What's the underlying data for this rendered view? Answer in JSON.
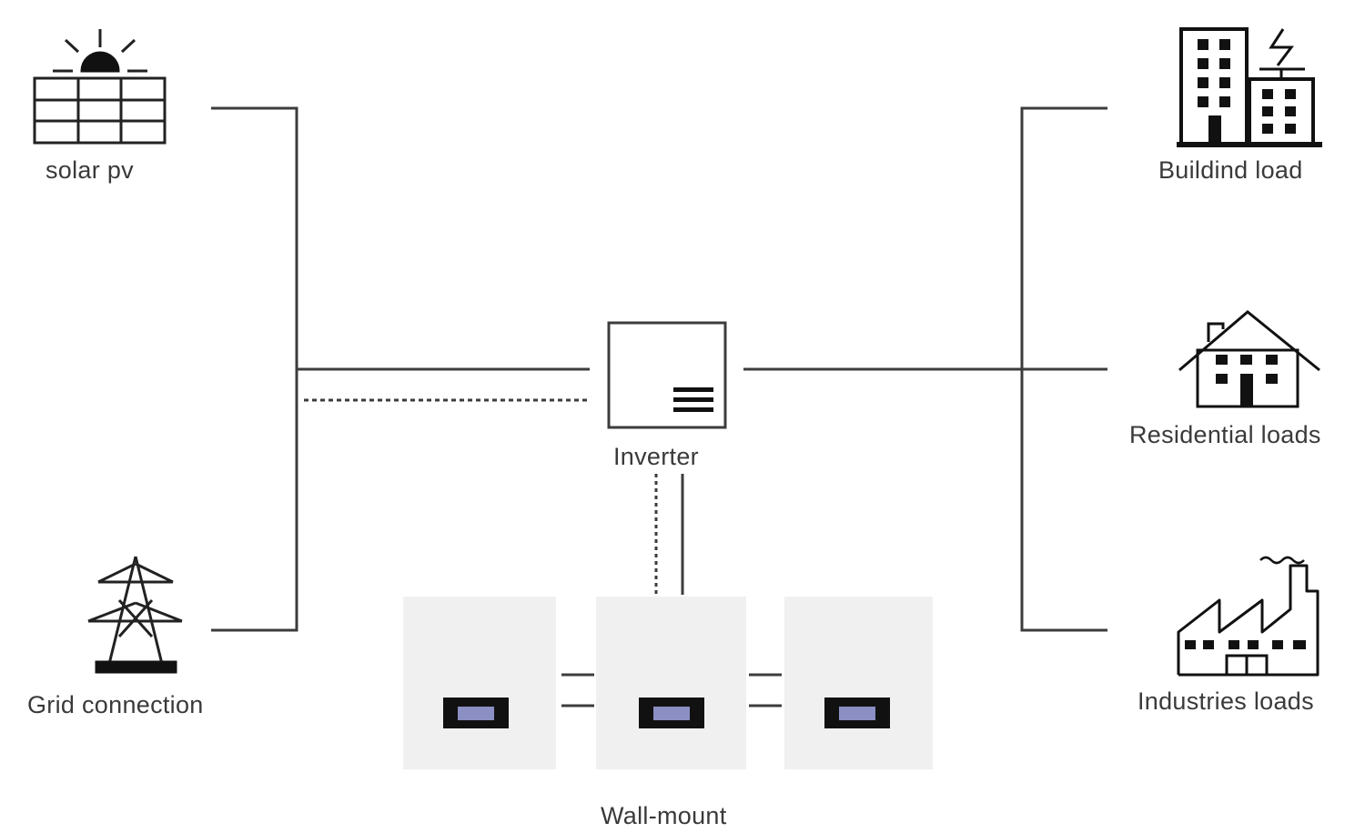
{
  "labels": {
    "solar_pv": "solar pv",
    "grid_connection": "Grid connection",
    "inverter": "Inverter",
    "wall_mount": "Wall-mount",
    "building_load": "Buildind load",
    "residential_loads": "Residential loads",
    "industries_loads": "Industries loads"
  },
  "icons": {
    "solar": "solar-panel-icon",
    "grid": "transmission-tower-icon",
    "inverter": "inverter-icon",
    "building": "office-building-icon",
    "house": "house-icon",
    "factory": "factory-icon",
    "battery": "battery-unit-icon"
  },
  "battery_units": 3,
  "colors": {
    "line": "#3c3c3c",
    "battery_panel": "#f0f0f0",
    "battery_display": "#8b8fc4",
    "battery_frame": "#111111"
  }
}
